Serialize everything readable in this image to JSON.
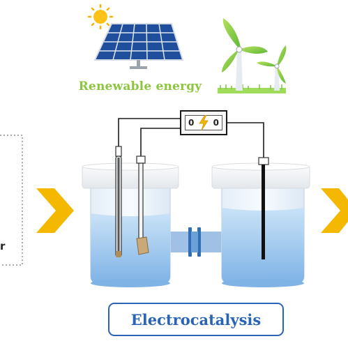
{
  "renewable": {
    "label": "Renewable energy",
    "label_color": "#8cc63f",
    "icons": [
      "sun-icon",
      "solar-panel-icon",
      "wind-turbine-icon"
    ]
  },
  "switch": {
    "left_terminal": "0",
    "right_terminal": "0",
    "icon": "lightning-bolt-icon"
  },
  "side_fragment": {
    "text": "r"
  },
  "electrocatalysis": {
    "label": "Electrocatalysis",
    "color": "#2a64b5"
  },
  "colors": {
    "arrow": "#f5b800",
    "electrolyte": "#9cc8ef",
    "cap": "#f2f4f6",
    "bridge": "#8fb5e0"
  }
}
